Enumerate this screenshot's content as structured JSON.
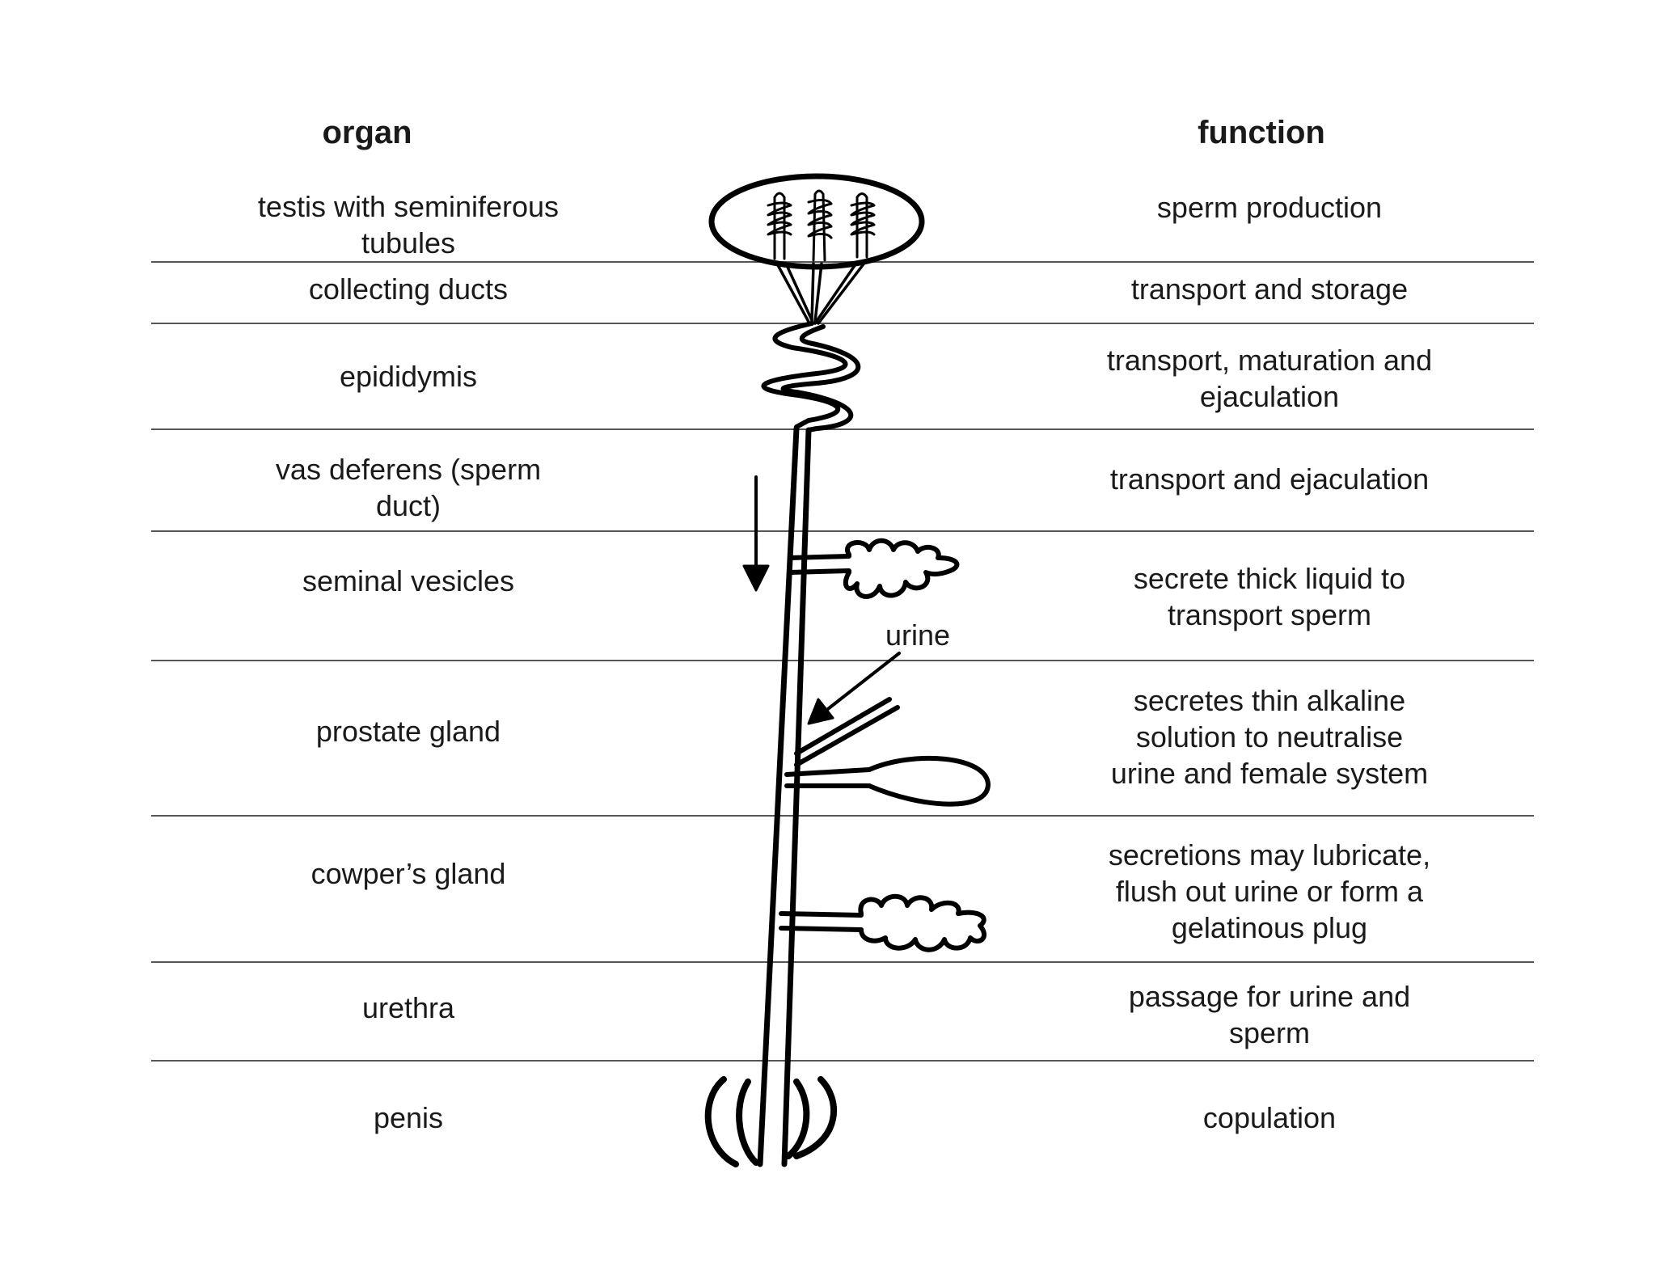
{
  "headers": {
    "organ": "organ",
    "function": "function"
  },
  "rows": [
    {
      "organ": "testis with seminiferous\ntubules",
      "function": "sperm production"
    },
    {
      "organ": "collecting ducts",
      "function": "transport and storage"
    },
    {
      "organ": "epididymis",
      "function": "transport, maturation and\nejaculation"
    },
    {
      "organ": "vas deferens (sperm\nduct)",
      "function": "transport and ejaculation"
    },
    {
      "organ": "seminal vesicles",
      "function": "secrete  thick liquid to\ntransport sperm"
    },
    {
      "organ": "prostate gland",
      "function": "secretes thin alkaline\nsolution to neutralise\nurine and female system"
    },
    {
      "organ": "cowper’s gland",
      "function": "secretions may lubricate,\nflush out urine or form a\ngelatinous plug"
    },
    {
      "organ": "urethra",
      "function": "passage for urine and\nsperm"
    },
    {
      "organ": "penis",
      "function": "copulation"
    }
  ],
  "diagram": {
    "urine_label": "urine"
  }
}
